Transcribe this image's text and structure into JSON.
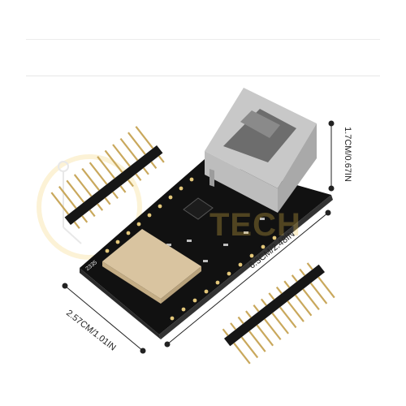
{
  "product": {
    "dimensions": {
      "height": "1.7CM/0.67IN",
      "length": "6.3CM/2.48IN",
      "width": "2.57CM/1.01IN"
    },
    "silkscreen": "2335",
    "watermark": "TECH",
    "colors": {
      "pcb": "#111111",
      "module_shield": "#d9c4a0",
      "rj45_shell": "#c8c8c8",
      "pin_gold": "#c9a85c",
      "watermark": "#f3c94b"
    }
  }
}
